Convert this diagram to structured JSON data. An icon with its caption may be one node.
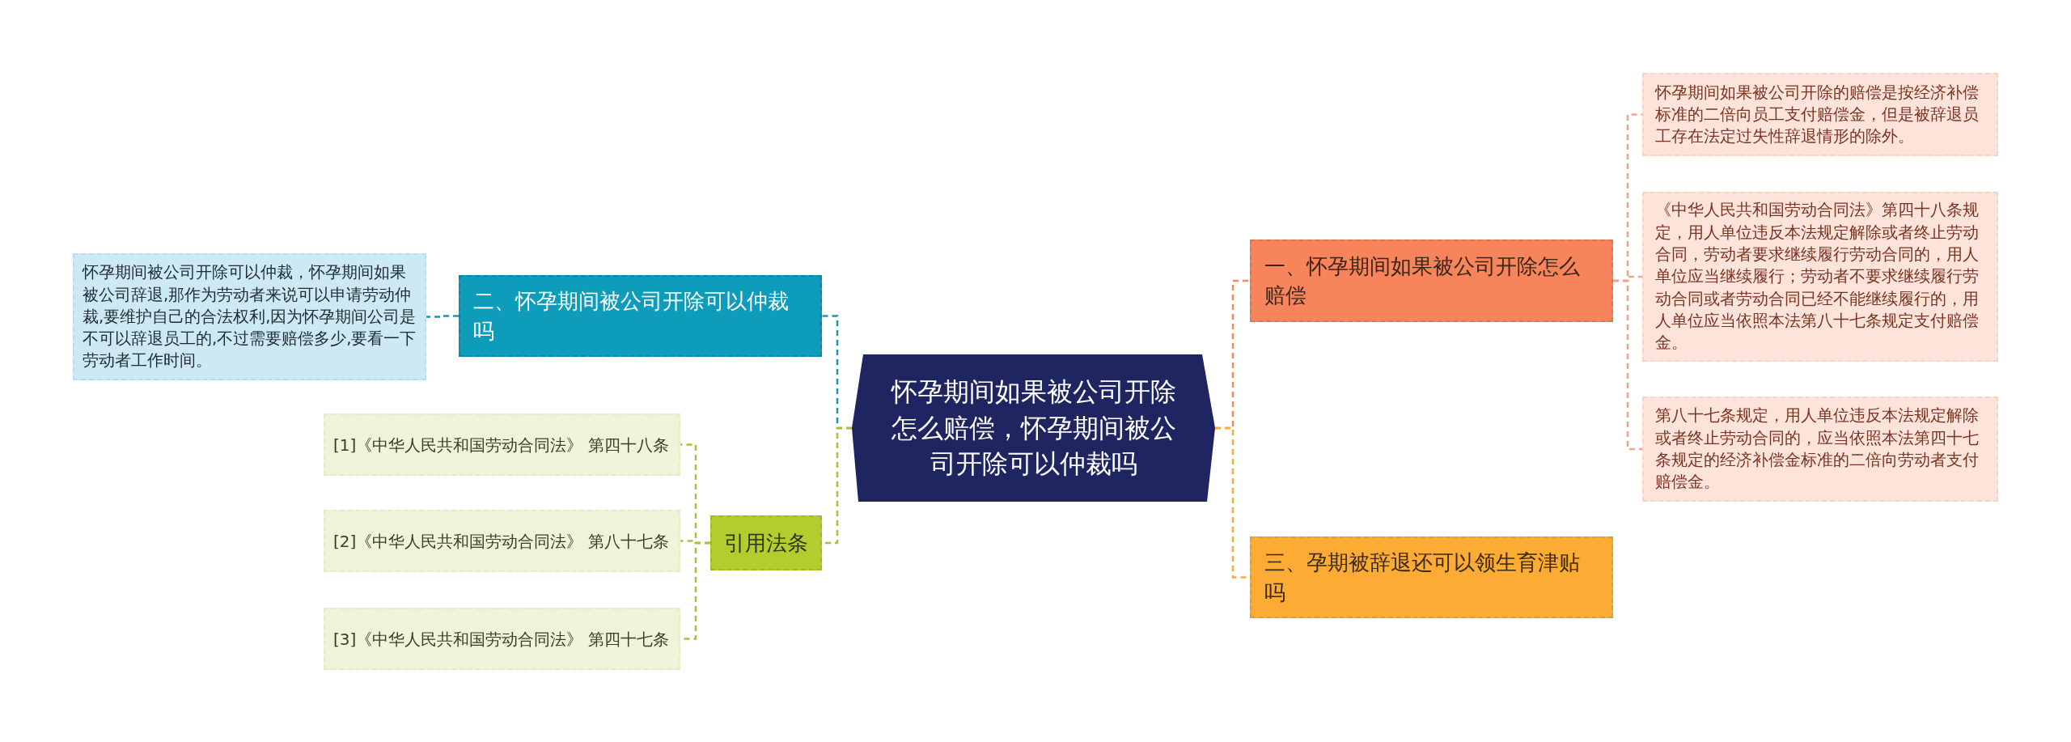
{
  "diagram": {
    "nodes": [
      {
        "text": [
          "怀孕期间如果被公司开除怎么赔偿，怀孕期间被公司开除可以仲裁吗"
        ]
      },
      {
        "text": [
          "一、怀孕期间如果被公司开除怎么赔偿"
        ]
      },
      {
        "text": [
          "怀孕期间如果被公司开除的赔偿是按经济补偿标准的二倍向员工支付赔偿金，但是被辞退员工存在法定过失性辞退情形的除外。"
        ]
      },
      {
        "text": [
          "《中华人民共和国劳动合同法》第四十八条规定，用人单位违反本法规定解除或者终止劳动合同，劳动者要求继续履行劳动合同的，用人单位应当继续履行；劳动者不要求继续履行劳动合同或者劳动合同已经不能继续履行的，用人单位应当依照本法第八十七条规定支付赔偿金。"
        ]
      },
      {
        "text": [
          "第八十七条规定，用人单位违反本法规定解除或者终止劳动合同的，应当依照本法第四十七条规定的经济补偿金标准的二倍向劳动者支付赔偿金。"
        ]
      },
      {
        "text": [
          "三、孕期被辞退还可以领生育津贴吗"
        ]
      },
      {
        "text": [
          "二、怀孕期间被公司开除可以仲裁吗"
        ]
      },
      {
        "text": [
          "怀孕期间被公司开除可以仲裁，怀孕期间如果被公司辞退,那作为劳动者来说可以申请劳动仲裁,要维护自己的合法权利,因为怀孕期间公司是不可以辞退员工的,不过需要赔偿多少,要看一下劳动者工作时间。"
        ]
      },
      {
        "text": [
          "引用法条"
        ]
      },
      {
        "text": [
          "[1]《中华人民共和国劳动合同法》 第四十八条"
        ]
      },
      {
        "text": [
          "[2]《中华人民共和国劳动合同法》 第八十七条"
        ]
      },
      {
        "text": [
          "[3]《中华人民共和国劳动合同法》 第四十七条"
        ]
      }
    ],
    "edges": [
      {
        "from": 0,
        "to": 1,
        "arrow": "none",
        "color": "#f3875e"
      },
      {
        "from": 1,
        "to": 2,
        "arrow": "none",
        "color": "#eba48e"
      },
      {
        "from": 1,
        "to": 3,
        "arrow": "none",
        "color": "#eba48e"
      },
      {
        "from": 1,
        "to": 4,
        "arrow": "none",
        "color": "#eba48e"
      },
      {
        "from": 0,
        "to": 5,
        "arrow": "none",
        "color": "#f5ad3a"
      },
      {
        "from": 0,
        "to": 6,
        "arrow": "none",
        "color": "#1b94b5"
      },
      {
        "from": 6,
        "to": 7,
        "arrow": "none",
        "color": "#1b94b5"
      },
      {
        "from": 0,
        "to": 8,
        "arrow": "none",
        "color": "#a6c23a"
      },
      {
        "from": 8,
        "to": 9,
        "arrow": "none",
        "color": "#a6c23a"
      },
      {
        "from": 8,
        "to": 10,
        "arrow": "none",
        "color": "#a6c23a"
      },
      {
        "from": 8,
        "to": 11,
        "arrow": "none",
        "color": "#a6c23a"
      }
    ]
  }
}
